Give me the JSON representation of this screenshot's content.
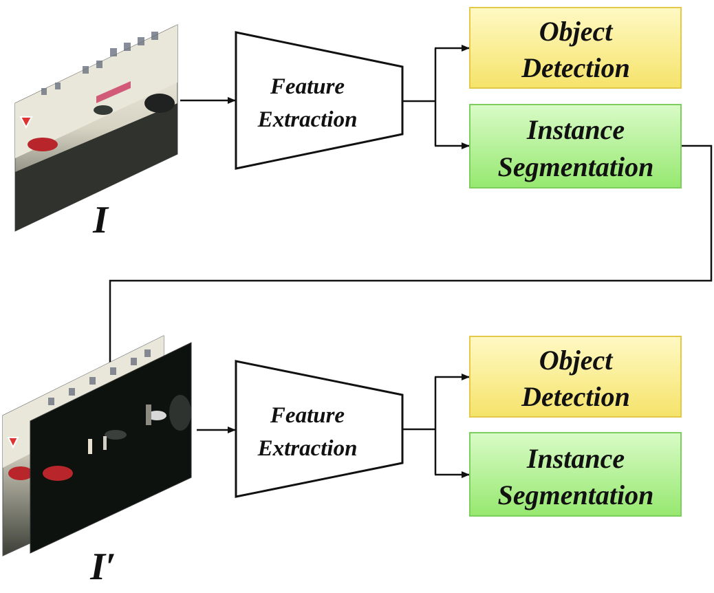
{
  "top_branch": {
    "input_label": "I",
    "feature_extractor": {
      "line1": "Feature",
      "line2": "Extraction"
    },
    "object_detection": {
      "line1": "Object",
      "line2": "Detection"
    },
    "instance_segmentation": {
      "line1": "Instance",
      "line2": "Segmentation"
    }
  },
  "bottom_branch": {
    "input_label": "I′",
    "feature_extractor": {
      "line1": "Feature",
      "line2": "Extraction"
    },
    "object_detection": {
      "line1": "Object",
      "line2": "Detection"
    },
    "instance_segmentation": {
      "line1": "Instance",
      "line2": "Segmentation"
    }
  },
  "colors": {
    "object_detection_fill": "#fbf39a",
    "object_detection_border": "#e4c84a",
    "instance_segmentation_fill": "#b9f39a",
    "instance_segmentation_border": "#7ccf5c",
    "arrow": "#111111"
  }
}
